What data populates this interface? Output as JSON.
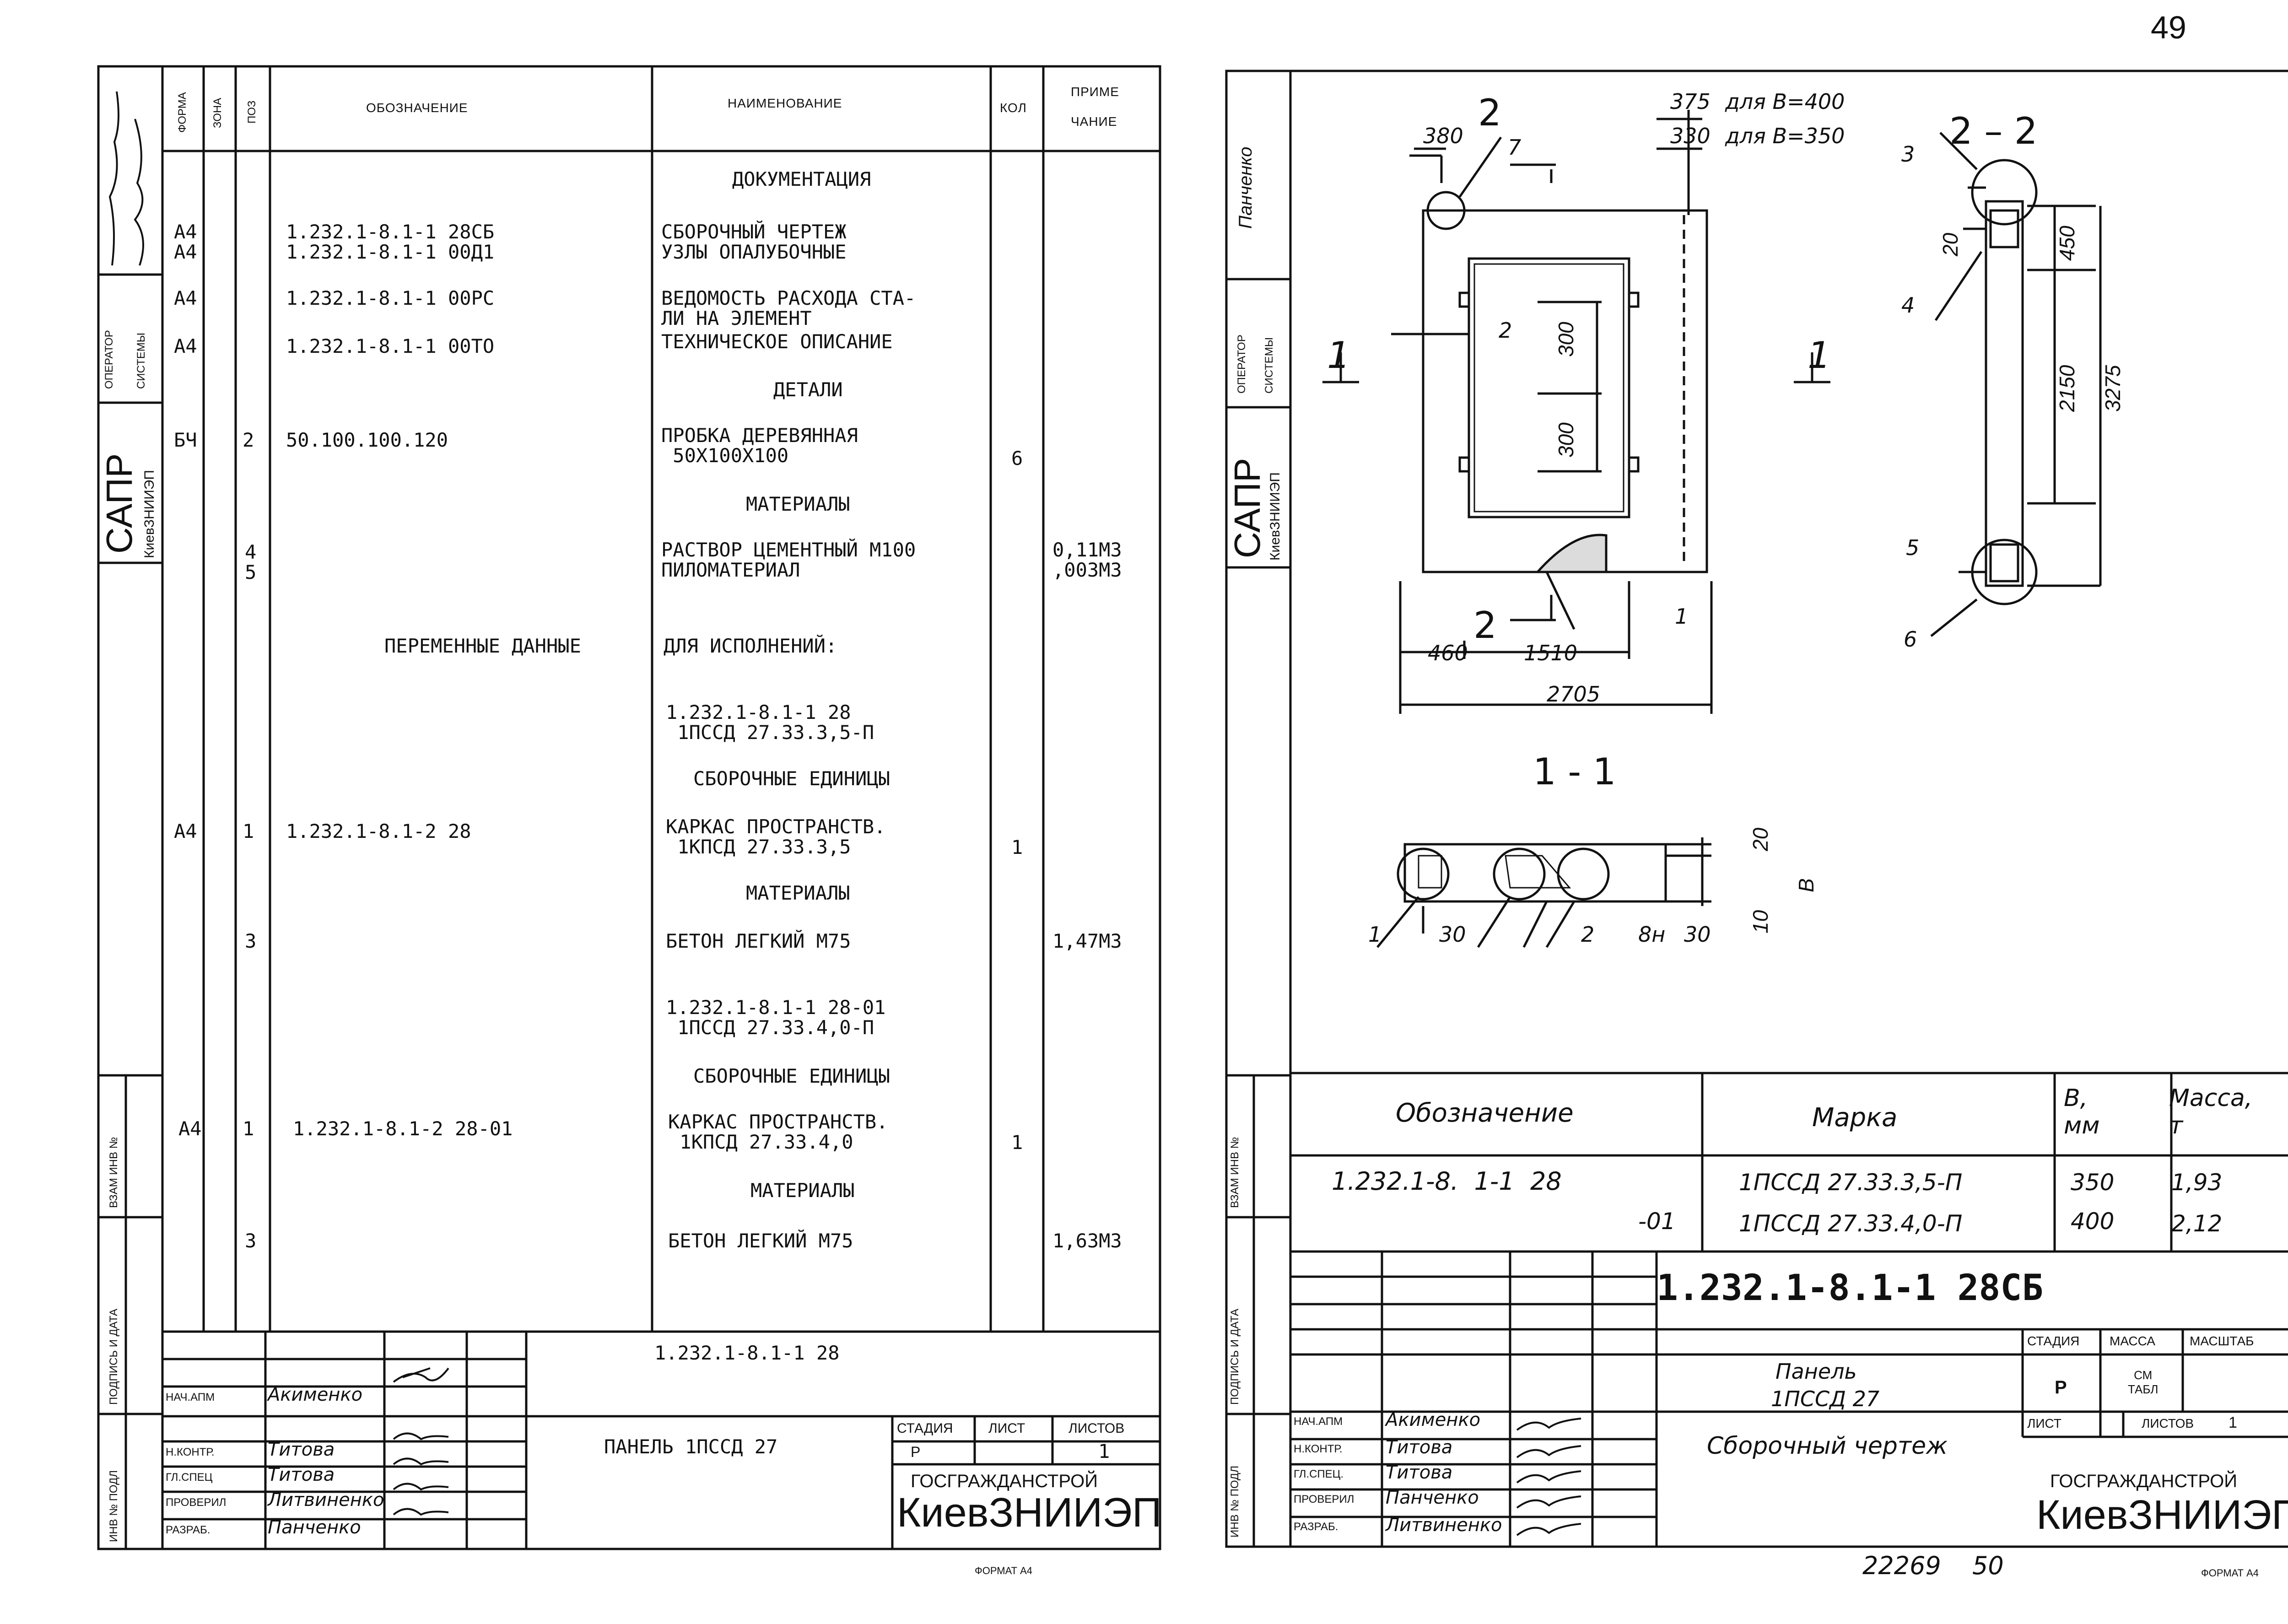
{
  "page_number": "49",
  "left_sheet": {
    "margin": {
      "sapr": "САПР",
      "org": "КиевЗНИИЭП",
      "operator": "ОПЕРАТОР",
      "systems": "СИСТЕМЫ",
      "vzam": "ВЗАМ ИНВ №",
      "podpis": "ПОДПИСЬ И ДАТА",
      "inv_podl": "ИНВ № ПОДЛ"
    },
    "headers": {
      "format": "ФОРМА",
      "zone": "ЗОНА",
      "pos": "ПОЗ",
      "designation": "ОБОЗНАЧЕНИЕ",
      "name": "НАИМЕНОВАНИЕ",
      "qty": "КОЛ",
      "note1": "ПРИМЕ",
      "note2": "ЧАНИЕ"
    },
    "rows": [
      {
        "format": "",
        "pos": "",
        "designation": "",
        "name": "ДОКУМЕНТАЦИЯ",
        "qty": "",
        "note": ""
      },
      {
        "format": "А4\nА4",
        "pos": "",
        "designation": "1.232.1-8.1-1 28СБ\n1.232.1-8.1-1 00Д1",
        "name": "СБОРОЧНЫЙ ЧЕРТЕЖ\nУЗЛЫ ОПАЛУБОЧНЫЕ",
        "qty": "",
        "note": ""
      },
      {
        "format": "А4",
        "pos": "",
        "designation": "1.232.1-8.1-1 00РС",
        "name": "ВЕДОМОСТЬ РАСХОДА СТА-\nЛИ НА ЭЛЕМЕНТ",
        "qty": "",
        "note": ""
      },
      {
        "format": "А4",
        "pos": "",
        "designation": "1.232.1-8.1-1 00ТО",
        "name": "ТЕХНИЧЕСКОЕ ОПИСАНИЕ",
        "qty": "",
        "note": ""
      },
      {
        "format": "",
        "pos": "",
        "designation": "",
        "name": "ДЕТАЛИ",
        "qty": "",
        "note": ""
      },
      {
        "format": "БЧ",
        "pos": "2",
        "designation": "50.100.100.120",
        "name": "ПРОБКА ДЕРЕВЯННАЯ\n 50Х100Х100",
        "qty": "6",
        "note": ""
      },
      {
        "format": "",
        "pos": "",
        "designation": "",
        "name": "МАТЕРИАЛЫ",
        "qty": "",
        "note": ""
      },
      {
        "format": "",
        "pos": "4\n5",
        "designation": "",
        "name": "РАСТВОР ЦЕМЕНТНЫЙ М100\nПИЛОМАТЕРИАЛ",
        "qty": "",
        "note": "0,11М3\n,003М3"
      },
      {
        "format": "",
        "pos": "",
        "designation": "ПЕРЕМЕННЫЕ ДАННЫЕ",
        "name": "ДЛЯ ИСПОЛНЕНИЙ:",
        "qty": "",
        "note": ""
      },
      {
        "format": "",
        "pos": "",
        "designation": "",
        "name": "1.232.1-8.1-1 28\n 1ПССД 27.33.3,5-П",
        "qty": "",
        "note": ""
      },
      {
        "format": "",
        "pos": "",
        "designation": "",
        "name": "СБОРОЧНЫЕ ЕДИНИЦЫ",
        "qty": "",
        "note": ""
      },
      {
        "format": "А4",
        "pos": "1",
        "designation": "1.232.1-8.1-2 28",
        "name": "КАРКАС ПРОСТРАНСТВ.\n 1КПСД 27.33.3,5",
        "qty": "1",
        "note": ""
      },
      {
        "format": "",
        "pos": "",
        "designation": "",
        "name": "МАТЕРИАЛЫ",
        "qty": "",
        "note": ""
      },
      {
        "format": "",
        "pos": "3",
        "designation": "",
        "name": "БЕТОН ЛЕГКИЙ М75",
        "qty": "",
        "note": "1,47М3"
      },
      {
        "format": "",
        "pos": "",
        "designation": "",
        "name": "1.232.1-8.1-1 28-01\n 1ПССД 27.33.4,0-П",
        "qty": "",
        "note": ""
      },
      {
        "format": "",
        "pos": "",
        "designation": "",
        "name": "СБОРОЧНЫЕ ЕДИНИЦЫ",
        "qty": "",
        "note": ""
      },
      {
        "format": "А4",
        "pos": "1",
        "designation": "1.232.1-8.1-2 28-01",
        "name": "КАРКАС ПРОСТРАНСТВ.\n 1КПСД 27.33.4,0",
        "qty": "1",
        "note": ""
      },
      {
        "format": "",
        "pos": "",
        "designation": "",
        "name": "МАТЕРИАЛЫ",
        "qty": "",
        "note": ""
      },
      {
        "format": "",
        "pos": "3",
        "designation": "",
        "name": "БЕТОН ЛЕГКИЙ М75",
        "qty": "",
        "note": "1,63М3"
      }
    ],
    "titleblock": {
      "doc_code": "1.232.1-8.1-1 28",
      "title": "ПАНЕЛЬ 1ПССД 27",
      "stage_h": "СТАДИЯ",
      "sheet_h": "ЛИСТ",
      "sheets_h": "ЛИСТОВ",
      "stage": "Р",
      "sheets": "1",
      "org1": "ГОСГРАЖДАНСТРОЙ",
      "org2": "КиевЗНИИЭП",
      "roles": [
        "НАЧ.АПМ",
        "Н.КОНТР.",
        "ГЛ.СПЕЦ",
        "ПРОВЕРИЛ",
        "РАЗРАБ."
      ],
      "names": [
        "Акименко",
        "Титова",
        "Титова",
        "Литвиненко",
        "Панченко"
      ]
    },
    "format_label": "ФОРМАТ А4"
  },
  "right_sheet": {
    "margin": {
      "sapr": "САПР",
      "org": "КиевЗНИИЭП",
      "operator": "ОПЕРАТОР",
      "systems": "СИСТЕМЫ",
      "vzam": "ВЗАМ ИНВ №",
      "podpis": "ПОДПИСЬ И ДАТА",
      "inv_podl": "ИНВ № ПОДЛ",
      "signer": "Панченко"
    },
    "drawing": {
      "sec2": "2",
      "sec2b": "2",
      "sec22": "2 – 2",
      "sec1l": "1",
      "sec1r": "1",
      "sec11": "1 - 1",
      "d380": "380",
      "d375": "375",
      "d375t": "для В=400",
      "d330": "330",
      "d330t": "для В=350",
      "d300a": "300",
      "d300b": "300",
      "d460": "460",
      "d1510": "1510",
      "d2705": "2705",
      "d20": "20",
      "d450": "450",
      "d2150": "2150",
      "d3275": "3275",
      "s20": "20",
      "sB": "В",
      "s10": "10",
      "s30a": "30",
      "s8n": "8н",
      "s30b": "30",
      "p1": "1",
      "p2": "2",
      "p3": "3",
      "p4": "4",
      "p5": "5",
      "p6": "6",
      "p7": "7",
      "p1b": "1",
      "p2b": "2"
    },
    "table": {
      "h_designation": "Обозначение",
      "h_mark": "Марка",
      "h_b": "В,\nмм",
      "h_mass": "Масса,\nт",
      "r1_des": "1.232.1-8.  1-1  28",
      "r1_mark": "1ПССД 27.33.3,5-П",
      "r1_b": "350",
      "r1_mass": "1,93",
      "r2_des": "-01",
      "r2_mark": "1ПССД 27.33.4,0-П",
      "r2_b": "400",
      "r2_mass": "2,12"
    },
    "titleblock": {
      "doc_code": "1.232.1-8.1-1 28СБ",
      "title1": "Панель",
      "title2": "1ПССД 27",
      "title3": "Сборочный чертеж",
      "stage_h": "СТАДИЯ",
      "mass_h": "МАССА",
      "scale_h": "МАСШТАБ",
      "stage": "Р",
      "mass": "СМ\nТАБЛ",
      "sheet_h": "ЛИСТ",
      "sheets_h": "ЛИСТОВ",
      "sheets": "1",
      "org1": "ГОСГРАЖДАНСТРОЙ",
      "org2": "КиевЗНИИЭП",
      "roles": [
        "НАЧ.АПМ",
        "Н.КОНТР.",
        "ГЛ.СПЕЦ.",
        "ПРОВЕРИЛ",
        "РАЗРАБ."
      ],
      "names": [
        "Акименко",
        "Титова",
        "Титова",
        "Панченко",
        "Литвиненко"
      ]
    },
    "footer_num": "22269",
    "footer_num2": "50",
    "format_label": "ФОРМАТ А4"
  }
}
